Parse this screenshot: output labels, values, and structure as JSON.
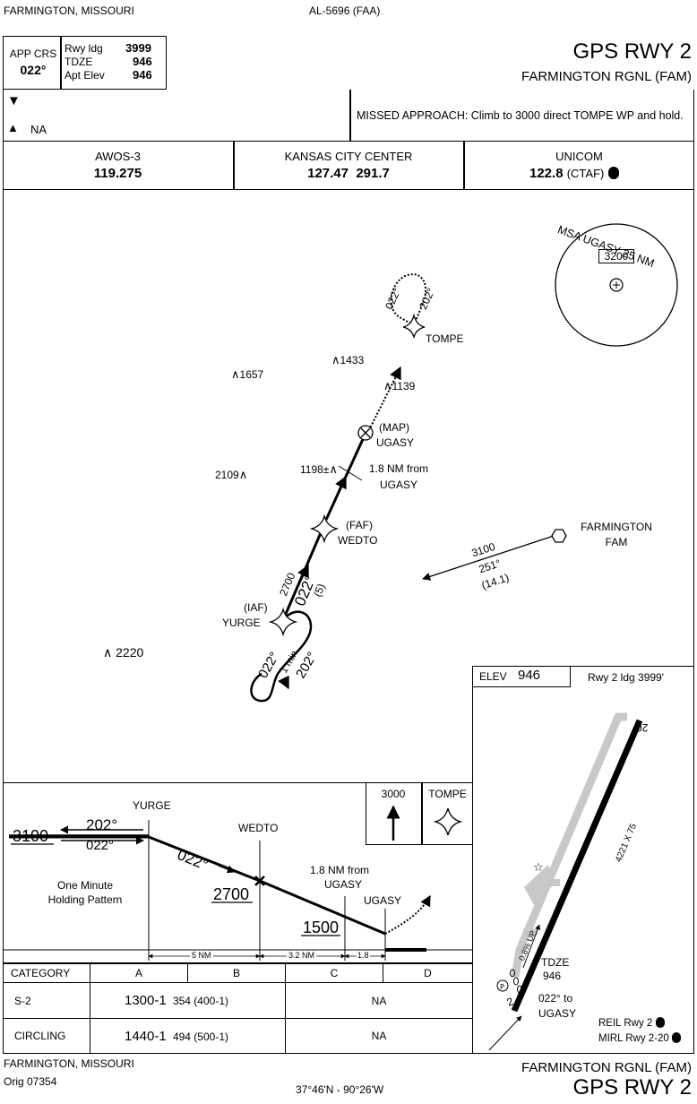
{
  "header": {
    "location": "FARMINGTON, MISSOURI",
    "chart_id": "AL-5696 (FAA)",
    "procedure": "GPS RWY 2",
    "airport": "FARMINGTON RGNL (FAM)"
  },
  "briefing": {
    "app_crs_label": "APP CRS",
    "app_crs_value": "022°",
    "rwy_ldg_label": "Rwy ldg",
    "rwy_ldg_value": "3999",
    "tdze_label": "TDZE",
    "tdze_value": "946",
    "apt_elev_label": "Apt Elev",
    "apt_elev_value": "946",
    "alt_minimums_symbol": "▼",
    "takeoff_symbol": "▲",
    "na_text": "NA",
    "missed_approach": "MISSED APPROACH: Climb to 3000 direct TOMPE WP and hold."
  },
  "comms": [
    {
      "name": "AWOS-3",
      "freq": "119.275",
      "extra": ""
    },
    {
      "name": "KANSAS CITY CENTER",
      "freq": "127.47  291.7",
      "extra": ""
    },
    {
      "name": "UNICOM",
      "freq": "122.8",
      "extra": "(CTAF)"
    }
  ],
  "plan": {
    "msa_label": "MSA UGASY 25 NM",
    "msa_alt": "3200",
    "tompe": "TOMPE",
    "tompe_in": "022°",
    "tompe_out": "202°",
    "obstacles": [
      "1433",
      "1657",
      "1139",
      "2109",
      "2220"
    ],
    "map_label": "(MAP)",
    "ugasy": "UGASY",
    "obst_1198": "1198±",
    "from_ugasy_1": "1.8 NM from",
    "from_ugasy_2": "UGASY",
    "faf_label": "(FAF)",
    "wedto": "WEDTO",
    "leg_alt": "2700",
    "leg_crs": "022°",
    "leg_dist": "(5)",
    "iaf_label": "(IAF)",
    "yurge": "YURGE",
    "hold_in": "022°",
    "hold_time": "1 min",
    "hold_out": "202°",
    "fam_name": "FARMINGTON",
    "fam_id": "FAM",
    "feeder_alt": "3100",
    "feeder_crs": "251°",
    "feeder_dist": "(14.1)"
  },
  "profile": {
    "yurge": "YURGE",
    "crs_out": "202°",
    "crs_in": "022°",
    "alt_3100": "3100",
    "hold_1": "One Minute",
    "hold_2": "Holding Pattern",
    "wedto": "WEDTO",
    "crs_leg": "022°",
    "alt_2700": "2700",
    "from_ugasy_1": "1.8 NM from",
    "from_ugasy_2": "UGASY",
    "alt_1500": "1500",
    "ugasy": "UGASY",
    "missed_alt": "3000",
    "missed_fix": "TOMPE",
    "dist_1": "5 NM",
    "dist_2": "3.2 NM",
    "dist_3": "1.8"
  },
  "minimums": {
    "headers": [
      "CATEGORY",
      "A",
      "B",
      "C",
      "D"
    ],
    "rows": [
      {
        "label": "S-2",
        "mda_vis": "1300-1",
        "haa": "354 (400-1)",
        "cd": "NA"
      },
      {
        "label": "CIRCLING",
        "mda_vis": "1440-1",
        "haa": "494 (500-1)",
        "cd": "NA"
      }
    ]
  },
  "airport_diagram": {
    "elev_label": "ELEV",
    "elev_value": "946",
    "rwy_ldg": "Rwy 2 ldg 3999'",
    "rwy_end_top": "20",
    "rwy_dims": "4221 X 75",
    "gradient": "0.8% UP",
    "tdze_label": "TDZE",
    "tdze_value": "946",
    "rwy_end_bottom": "2",
    "crs_to_1": "022° to",
    "crs_to_2": "UGASY",
    "reil": "REIL Rwy 2",
    "mirl": "MIRL Rwy 2-20"
  },
  "footer": {
    "location": "FARMINGTON, MISSOURI",
    "orig": "Orig 07354",
    "coords": "37°46'N - 90°26'W",
    "airport": "FARMINGTON RGNL (FAM)",
    "procedure": "GPS RWY 2"
  }
}
